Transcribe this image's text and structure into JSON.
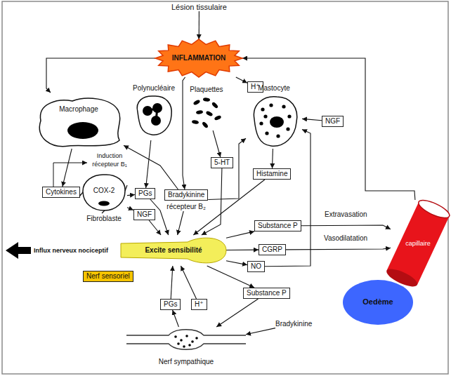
{
  "diagram": {
    "nodes": [
      {
        "text": [
          "Lésion tissulaire"
        ]
      },
      {
        "text": [
          "INFLAMMATION"
        ]
      },
      {
        "text": [
          "H⁺"
        ]
      },
      {
        "text": [
          "Macrophage"
        ]
      },
      {
        "text": [
          "Polynucléaire"
        ]
      },
      {
        "text": [
          "Plaquettes"
        ]
      },
      {
        "text": [
          "Mastocyte"
        ]
      },
      {
        "text": [
          "NGF"
        ]
      },
      {
        "text": [
          "Cytokines"
        ]
      },
      {
        "text": [
          "COX-2",
          "Fibroblaste"
        ]
      },
      {
        "text": [
          "PGs"
        ]
      },
      {
        "text": [
          "NGF"
        ]
      },
      {
        "text": [
          "Bradykinine",
          "récepteur B₂"
        ]
      },
      {
        "text": [
          "5-HT"
        ]
      },
      {
        "text": [
          "Histamine"
        ]
      },
      {
        "text": [
          "Excite sensibilité"
        ]
      },
      {
        "text": [
          "Nerf sensoriel"
        ]
      },
      {
        "text": [
          "Substance P"
        ]
      },
      {
        "text": [
          "CGRP"
        ]
      },
      {
        "text": [
          "NO"
        ]
      },
      {
        "text": [
          "Substance P"
        ]
      },
      {
        "text": [
          "capillaire"
        ]
      },
      {
        "text": [
          "Oedème"
        ]
      },
      {
        "text": [
          "PGs"
        ]
      },
      {
        "text": [
          "H⁺"
        ]
      },
      {
        "text": [
          "Nerf sympathique"
        ]
      },
      {
        "text": [
          "Bradykinine"
        ]
      }
    ],
    "edges": [
      {
        "from": 0,
        "to": 1,
        "arrow": "to"
      },
      {
        "from": 1,
        "to": 2,
        "arrow": "to"
      },
      {
        "from": 1,
        "to": 3,
        "arrow": "to"
      },
      {
        "from": 1,
        "to": 12,
        "arrow": "to"
      },
      {
        "from": 3,
        "to": 8,
        "arrow": "to"
      },
      {
        "from": 8,
        "to": 9,
        "arrow": "to"
      },
      {
        "from": 9,
        "to": 10,
        "arrow": "to"
      },
      {
        "from": 9,
        "to": 11,
        "arrow": "to"
      },
      {
        "from": 4,
        "to": 10,
        "arrow": "to"
      },
      {
        "from": 12,
        "to": 3,
        "arrow": "to"
      },
      {
        "from": 12,
        "to": 6,
        "arrow": "to"
      },
      {
        "from": 5,
        "to": 13,
        "arrow": "to"
      },
      {
        "from": 6,
        "to": 14,
        "arrow": "to"
      },
      {
        "from": 7,
        "to": 6,
        "arrow": "to"
      },
      {
        "from": 10,
        "to": 15,
        "arrow": "to"
      },
      {
        "from": 11,
        "to": 15,
        "arrow": "to"
      },
      {
        "from": 12,
        "to": 15,
        "arrow": "to"
      },
      {
        "from": 13,
        "to": 15,
        "arrow": "to"
      },
      {
        "from": 14,
        "to": 15,
        "arrow": "to"
      },
      {
        "from": 15,
        "to": 17,
        "arrow": "to"
      },
      {
        "from": 15,
        "to": 18,
        "arrow": "to"
      },
      {
        "from": 15,
        "to": 19,
        "arrow": "to"
      },
      {
        "from": 15,
        "to": 20,
        "arrow": "to"
      },
      {
        "from": 17,
        "to": 21,
        "label": "Extravasation",
        "arrow": "to"
      },
      {
        "from": 18,
        "to": 21,
        "label": "Vasodilatation",
        "arrow": "to"
      },
      {
        "from": 19,
        "to": 6,
        "arrow": "to"
      },
      {
        "from": 21,
        "to": 1,
        "arrow": "to"
      },
      {
        "from": 20,
        "to": 25,
        "arrow": "to"
      },
      {
        "from": 26,
        "to": 25,
        "arrow": "to"
      },
      {
        "from": 25,
        "to": 23,
        "arrow": "to"
      },
      {
        "from": 23,
        "to": 15,
        "arrow": "to"
      },
      {
        "from": 24,
        "to": 15,
        "arrow": "to"
      }
    ],
    "labels": [
      "Induction récepteur B₁",
      "Influx nerveux nociceptif"
    ]
  }
}
